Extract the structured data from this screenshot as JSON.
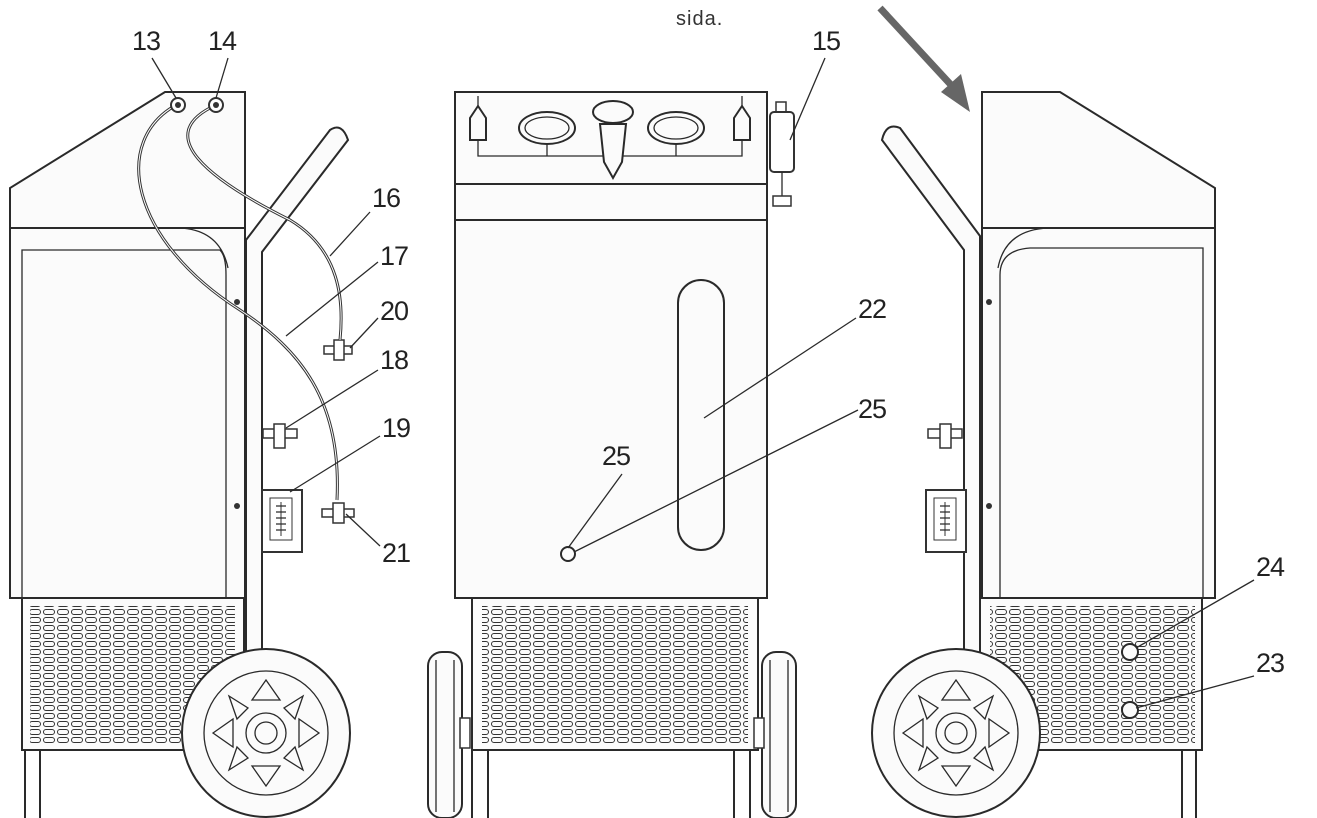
{
  "caption": "sida.",
  "labels": {
    "l13": "13",
    "l14": "14",
    "l15": "15",
    "l16": "16",
    "l17": "17",
    "l18": "18",
    "l19": "19",
    "l20": "20",
    "l21": "21",
    "l22": "22",
    "l23": "23",
    "l24": "24",
    "l25a": "25",
    "l25b": "25"
  },
  "colors": {
    "line": "#2a2a2a",
    "arrow": "#666666",
    "background": "#ffffff"
  }
}
